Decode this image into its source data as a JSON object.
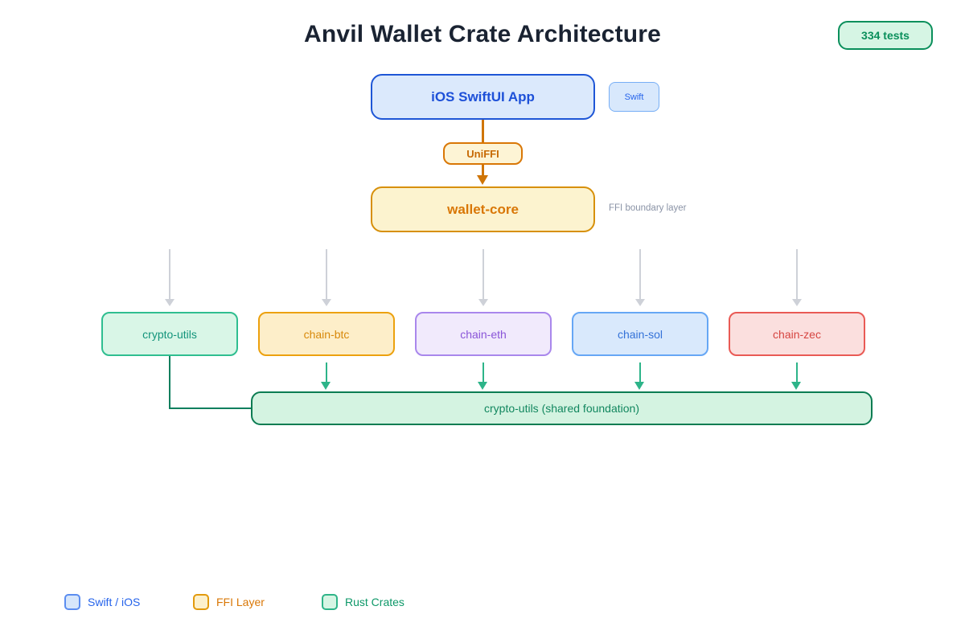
{
  "title": "Anvil Wallet Crate Architecture",
  "tests_badge": "334 tests",
  "nodes": {
    "app": {
      "label": "iOS SwiftUI App",
      "tag": "Swift"
    },
    "uniffi": {
      "label": "UniFFI"
    },
    "wallet_core": {
      "label": "wallet-core",
      "note": "FFI boundary layer"
    }
  },
  "crates": [
    {
      "label": "crypto-utils",
      "fill": "#d9f6e7",
      "border": "#2fbe90",
      "text": "#13947b"
    },
    {
      "label": "chain-btc",
      "fill": "#fdeec9",
      "border": "#eca10e",
      "text": "#d8890b"
    },
    {
      "label": "chain-eth",
      "fill": "#f1eafc",
      "border": "#a987ec",
      "text": "#8a55d8"
    },
    {
      "label": "chain-sol",
      "fill": "#d9e9fc",
      "border": "#66a7f5",
      "text": "#3472d8"
    },
    {
      "label": "chain-zec",
      "fill": "#fbdfde",
      "border": "#e95a55",
      "text": "#d64541"
    }
  ],
  "foundation": {
    "label": "crypto-utils (shared foundation)"
  },
  "legend": [
    {
      "label": "Swift / iOS",
      "fill": "#d6e6fb",
      "border": "#5b8df0",
      "text": "#2563eb"
    },
    {
      "label": "FFI Layer",
      "fill": "#fcf0cc",
      "border": "#e29a0d",
      "text": "#d97706"
    },
    {
      "label": "Rust Crates",
      "fill": "#d6f5e4",
      "border": "#2eb488",
      "text": "#0d9868"
    }
  ],
  "colors": {
    "title_text": "#1a2332",
    "accent_orange": "#cf7507",
    "badge_green": "#0a8f5b",
    "arrow_gray": "#ced1d8",
    "arrow_green": "#2db489",
    "elbow_green": "#0e7f5e"
  }
}
